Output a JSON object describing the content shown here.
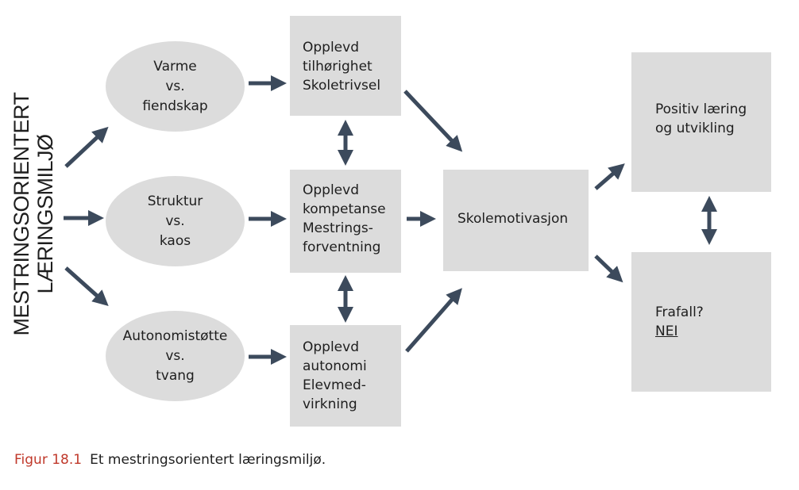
{
  "colors": {
    "ellipse_fill": "#dcdcdc",
    "box_fill": "#dcdcdc",
    "arrow": "#3c4a5c",
    "figure_label": "#c0392b",
    "text": "#1e1e1e"
  },
  "side_title": {
    "line1": "MESTRINGSORIENTERT",
    "line2": "LÆRINGSMILJØ"
  },
  "environment": [
    {
      "line1": "Varme",
      "line2": "vs.",
      "line3": "fiendskap"
    },
    {
      "line1": "Struktur",
      "line2": "vs.",
      "line3": "kaos"
    },
    {
      "line1": "Autonomistøtte",
      "line2": "vs.",
      "line3": "tvang"
    }
  ],
  "needs": [
    {
      "lines": [
        "Opplevd",
        "tilhørighet",
        "Skoletrivsel"
      ]
    },
    {
      "lines": [
        "Opplevd",
        "kompetanse",
        "Mestrings-",
        "forventning"
      ]
    },
    {
      "lines": [
        "Opplevd",
        "autonomi",
        "Elevmed-",
        "virkning"
      ]
    }
  ],
  "motivation": {
    "label": "Skolemotivasjon"
  },
  "outcomes": {
    "positive": {
      "line1": "Positiv læring",
      "line2": "og utvikling"
    },
    "dropout": {
      "line1": "Frafall?",
      "line2": "NEI"
    }
  },
  "caption": {
    "figure": "Figur 18.1",
    "text": "Et mestringsorientert læringsmiljø."
  }
}
